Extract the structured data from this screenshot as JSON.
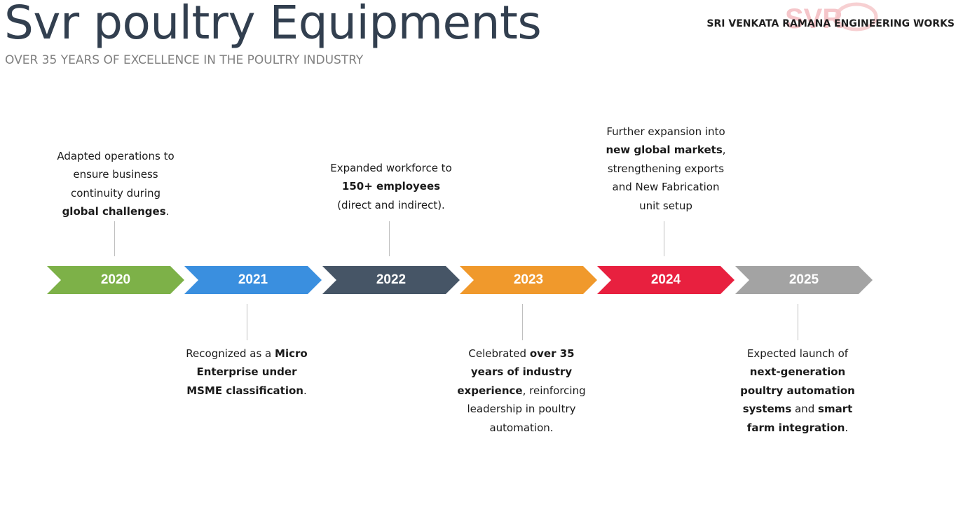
{
  "header": {
    "title": "Svr poultry Equipments",
    "subtitle": "OVER 35 YEARS OF EXCELLENCE IN THE POULTRY INDUSTRY",
    "company": "SRI VENKATA RAMANA ENGINEERING WORKS",
    "logo_text": "SVR"
  },
  "timeline": [
    {
      "year": "2020",
      "color": "#7db148",
      "position": "top",
      "text": [
        [
          "Adapted operations to",
          false
        ],
        [
          "ensure business",
          false
        ],
        [
          "continuity during",
          false
        ],
        [
          "global challenges",
          true
        ],
        [
          ".",
          false
        ]
      ]
    },
    {
      "year": "2021",
      "color": "#3a8fdf",
      "position": "bottom",
      "text": [
        [
          "Recognized as a ",
          false
        ],
        [
          "Micro",
          true
        ],
        [
          "Enterprise under",
          true
        ],
        [
          "MSME classification",
          true
        ],
        [
          ".",
          false
        ]
      ]
    },
    {
      "year": "2022",
      "color": "#465566",
      "position": "top",
      "text": [
        [
          "Expanded workforce to",
          false
        ],
        [
          "150+ employees",
          true
        ],
        [
          "(direct and indirect).",
          false
        ]
      ]
    },
    {
      "year": "2023",
      "color": "#f0992c",
      "position": "bottom",
      "text": [
        [
          "Celebrated ",
          false
        ],
        [
          "over 35",
          true
        ],
        [
          "years of industry",
          true
        ],
        [
          "experience",
          true
        ],
        [
          ", reinforcing",
          false
        ],
        [
          "leadership in poultry",
          false
        ],
        [
          "automation.",
          false
        ]
      ]
    },
    {
      "year": "2024",
      "color": "#e8203f",
      "position": "top",
      "text": [
        [
          "Further expansion into",
          false
        ],
        [
          "new global markets",
          true
        ],
        [
          ",",
          false
        ],
        [
          "strengthening exports",
          false
        ],
        [
          "and New Fabrication",
          false
        ],
        [
          "unit setup",
          false
        ]
      ]
    },
    {
      "year": "2025",
      "color": "#a3a3a3",
      "position": "bottom",
      "text": [
        [
          "Expected launch of",
          false
        ],
        [
          "next-generation",
          true
        ],
        [
          "poultry automation",
          true
        ],
        [
          "systems",
          true
        ],
        [
          " and ",
          false
        ],
        [
          "smart",
          true
        ],
        [
          "farm integration",
          true
        ],
        [
          ".",
          false
        ]
      ]
    }
  ]
}
